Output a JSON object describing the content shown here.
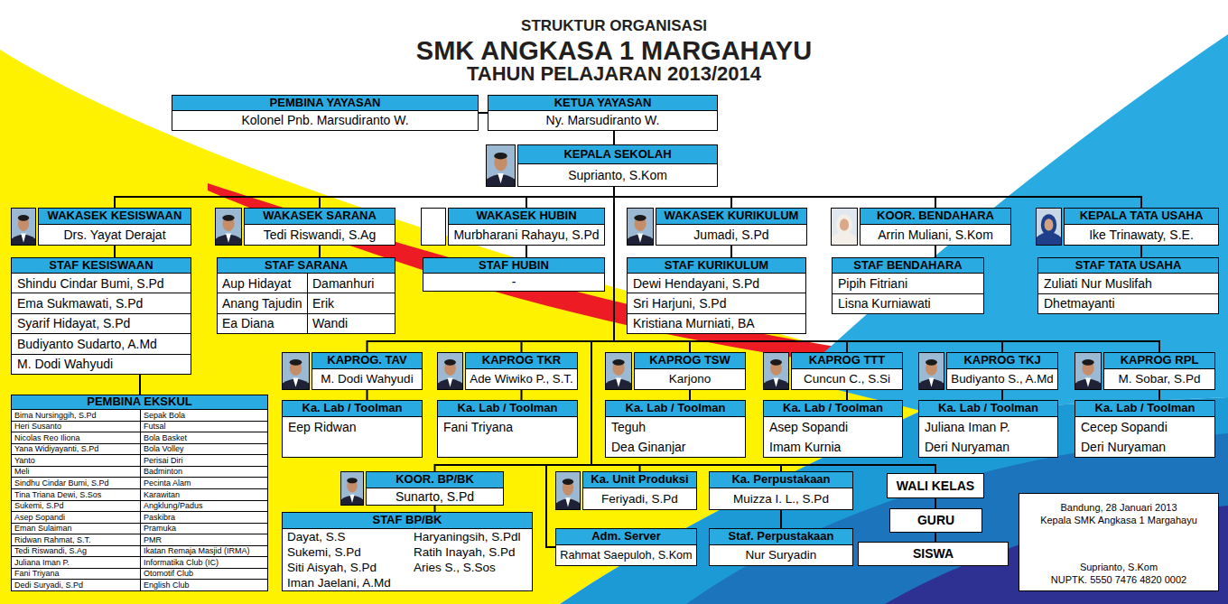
{
  "diagram": {
    "title": "SMK ANGKASA 1 MARGAHAYU",
    "nodes": [
      {
        "text": [
          "PEMBINA YAYASAN",
          "Kolonel Pnb. Marsudiranto W."
        ]
      },
      {
        "text": [
          "KETUA YAYASAN",
          "Ny. Marsudiranto W."
        ]
      },
      {
        "text": [
          "KEPALA SEKOLAH",
          "Suprianto, S.Kom"
        ]
      },
      {
        "text": [
          "WAKASEK KESISWAAN",
          "Drs. Yayat Derajat"
        ]
      },
      {
        "text": [
          "WAKASEK SARANA",
          "Tedi Riswandi, S.Ag"
        ]
      },
      {
        "text": [
          "WAKASEK HUBIN",
          "Murbharani Rahayu, S.Pd"
        ]
      },
      {
        "text": [
          "WAKASEK KURIKULUM",
          "Jumadi, S.Pd"
        ]
      },
      {
        "text": [
          "KOOR. BENDAHARA",
          "Arrin Muliani, S.Kom"
        ]
      },
      {
        "text": [
          "KEPALA TATA USAHA",
          "Ike Trinawaty, S.E."
        ]
      },
      {
        "text": [
          "STAF KESISWAAN",
          "Shindu Cindar Bumi, S.Pd",
          "Ema Sukmawati, S.Pd",
          "Syarif Hidayat, S.Pd",
          "Budiyanto Sudarto, A.Md",
          "M. Dodi Wahyudi"
        ]
      },
      {
        "text": [
          "STAF SARANA",
          "Aup Hidayat",
          "Damanhuri",
          "Anang Tajudin",
          "Erik",
          "Ea Diana",
          "Wandi"
        ]
      },
      {
        "text": [
          "STAF HUBIN",
          "-"
        ]
      },
      {
        "text": [
          "STAF KURIKULUM",
          "Dewi Hendayani, S.Pd",
          "Sri Harjuni, S.Pd",
          "Kristiana Murniati, BA"
        ]
      },
      {
        "text": [
          "STAF BENDAHARA",
          "Pipih Fitriani",
          "Lisna Kurniawati"
        ]
      },
      {
        "text": [
          "STAF TATA USAHA",
          "Zuliati Nur Muslifah",
          "Dhetmayanti"
        ]
      },
      {
        "text": [
          "PEMBINA EKSKUL",
          "Bima Nursinggih, S.Pd",
          "Sepak Bola",
          "Heri Susanto",
          "Futsal",
          "Nicolas Reo Iliona",
          "Bola Basket",
          "Yana Widiyayanti, S.Pd",
          "Bola Volley",
          "Yanto",
          "Perisai Diri",
          "Meli",
          "Badminton",
          "Sindhu Cindar Bumi, S.Pd",
          "Pecinta Alam",
          "Tina Triana Dewi, S.Sos",
          "Karawitan",
          "Sukemi, S.Pd",
          "Angklung/Padus",
          "Asep Sopandi",
          "Paskibra",
          "Eman Sulaiman",
          "Pramuka",
          "Ridwan Rahmat, S.T.",
          "PMR",
          "Tedi Riswandi, S.Ag",
          "Ikatan Remaja Masjid (IRMA)",
          "Juliana Iman P.",
          "Informatika Club (IC)",
          "Fani Triyana",
          "Otomotif Club",
          "Dedi Suryadi, S.Pd",
          "English Club"
        ]
      },
      {
        "text": [
          "KAPROG. TAV",
          "M. Dodi Wahyudi"
        ]
      },
      {
        "text": [
          "KAPROG TKR",
          "Ade Wiwiko P., S.T."
        ]
      },
      {
        "text": [
          "KAPROG TSW",
          "Karjono"
        ]
      },
      {
        "text": [
          "KAPROG TTT",
          "Cuncun C., S.Si"
        ]
      },
      {
        "text": [
          "KAPROG TKJ",
          "Budiyanto S., A.Md"
        ]
      },
      {
        "text": [
          "KAPROG RPL",
          "M. Sobar, S.Pd"
        ]
      },
      {
        "text": [
          "Ka. Lab / Toolman",
          "Eep Ridwan"
        ]
      },
      {
        "text": [
          "Ka. Lab / Toolman",
          "Fani Triyana"
        ]
      },
      {
        "text": [
          "Ka. Lab / Toolman",
          "Teguh",
          "Dea Ginanjar"
        ]
      },
      {
        "text": [
          "Ka. Lab / Toolman",
          "Asep Sopandi",
          "Imam Kurnia"
        ]
      },
      {
        "text": [
          "Ka. Lab / Toolman",
          "Juliana Iman P.",
          "Deri Nuryaman"
        ]
      },
      {
        "text": [
          "Ka. Lab / Toolman",
          "Cecep Sopandi",
          "Deri Nuryaman"
        ]
      },
      {
        "text": [
          "KOOR. BP/BK",
          "Sunarto, S.Pd"
        ]
      },
      {
        "text": [
          "Ka. Unit Produksi",
          "Feriyadi, S.Pd"
        ]
      },
      {
        "text": [
          "Ka. Perpustakaan",
          "Muizza I. L., S.Pd"
        ]
      },
      {
        "text": [
          "WALI KELAS"
        ]
      },
      {
        "text": [
          "STAF BP/BK",
          "Dayat, S.S",
          "Haryaningsih, S.Pdl",
          "Sukemi, S.Pd",
          "Ratih Inayah, S.Pd",
          "Siti Aisyah, S.Pd",
          "Aries S., S.Sos",
          "Iman Jaelani, A.Md"
        ]
      },
      {
        "text": [
          "Adm. Server",
          "Rahmat Saepuloh, S.Kom"
        ]
      },
      {
        "text": [
          "Staf. Perpustakaan",
          "Nur Suryadin"
        ]
      },
      {
        "text": [
          "GURU"
        ]
      },
      {
        "text": [
          "SISWA"
        ]
      },
      {
        "text": [
          "Bandung, 28 Januari 2013",
          "Kepala SMK Angkasa 1 Margahayu",
          "Suprianto, S.Kom",
          "NUPTK. 5550 7476 4820 0002"
        ]
      }
    ],
    "edges": [
      {
        "from": 0,
        "to": 1,
        "arrow": "none"
      },
      {
        "from": 1,
        "to": 2,
        "arrow": "none"
      },
      {
        "from": 2,
        "to": 3,
        "arrow": "none"
      },
      {
        "from": 2,
        "to": 4,
        "arrow": "none"
      },
      {
        "from": 2,
        "to": 5,
        "arrow": "none"
      },
      {
        "from": 2,
        "to": 6,
        "arrow": "none"
      },
      {
        "from": 2,
        "to": 7,
        "arrow": "none"
      },
      {
        "from": 2,
        "to": 8,
        "arrow": "none"
      },
      {
        "from": 3,
        "to": 9,
        "arrow": "none"
      },
      {
        "from": 4,
        "to": 10,
        "arrow": "none"
      },
      {
        "from": 5,
        "to": 11,
        "arrow": "none"
      },
      {
        "from": 6,
        "to": 12,
        "arrow": "none"
      },
      {
        "from": 7,
        "to": 13,
        "arrow": "none"
      },
      {
        "from": 8,
        "to": 14,
        "arrow": "none"
      },
      {
        "from": 9,
        "to": 15,
        "arrow": "none"
      },
      {
        "from": 2,
        "to": 16,
        "arrow": "none"
      },
      {
        "from": 2,
        "to": 17,
        "arrow": "none"
      },
      {
        "from": 2,
        "to": 18,
        "arrow": "none"
      },
      {
        "from": 2,
        "to": 19,
        "arrow": "none"
      },
      {
        "from": 2,
        "to": 20,
        "arrow": "none"
      },
      {
        "from": 2,
        "to": 21,
        "arrow": "none"
      },
      {
        "from": 16,
        "to": 22,
        "arrow": "none"
      },
      {
        "from": 17,
        "to": 23,
        "arrow": "none"
      },
      {
        "from": 18,
        "to": 24,
        "arrow": "none"
      },
      {
        "from": 19,
        "to": 25,
        "arrow": "none"
      },
      {
        "from": 20,
        "to": 26,
        "arrow": "none"
      },
      {
        "from": 21,
        "to": 27,
        "arrow": "none"
      },
      {
        "from": 2,
        "to": 28,
        "arrow": "none"
      },
      {
        "from": 2,
        "to": 29,
        "arrow": "none"
      },
      {
        "from": 2,
        "to": 30,
        "arrow": "none"
      },
      {
        "from": 2,
        "to": 31,
        "arrow": "none"
      },
      {
        "from": 2,
        "to": 33,
        "arrow": "none"
      },
      {
        "from": 28,
        "to": 32,
        "arrow": "none"
      },
      {
        "from": 30,
        "to": 34,
        "arrow": "none"
      },
      {
        "from": 31,
        "to": 35,
        "arrow": "none"
      },
      {
        "from": 35,
        "to": 36,
        "arrow": "none"
      }
    ],
    "labels": [
      "STRUKTUR ORGANISASI",
      "TAHUN PELAJARAN 2013/2014"
    ]
  }
}
